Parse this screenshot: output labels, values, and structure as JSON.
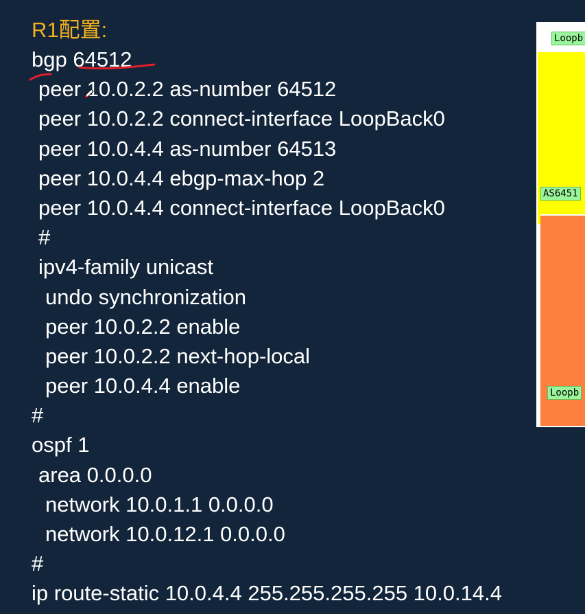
{
  "slide": {
    "title": "R1配置:",
    "lines": [
      {
        "text": "bgp 64512",
        "indent": 0
      },
      {
        "text": "peer 10.0.2.2 as-number 64512",
        "indent": 1
      },
      {
        "text": "peer 10.0.2.2 connect-interface LoopBack0",
        "indent": 1
      },
      {
        "text": "peer 10.0.4.4 as-number 64513",
        "indent": 1
      },
      {
        "text": "peer 10.0.4.4 ebgp-max-hop 2",
        "indent": 1
      },
      {
        "text": "peer 10.0.4.4 connect-interface LoopBack0",
        "indent": 1
      },
      {
        "text": "#",
        "indent": 1
      },
      {
        "text": "ipv4-family unicast",
        "indent": 1
      },
      {
        "text": "undo synchronization",
        "indent": 2
      },
      {
        "text": "peer 10.0.2.2 enable",
        "indent": 2
      },
      {
        "text": "peer 10.0.2.2 next-hop-local",
        "indent": 2
      },
      {
        "text": "peer 10.0.4.4 enable",
        "indent": 2
      },
      {
        "text": "#",
        "indent": 0
      },
      {
        "text": "ospf 1",
        "indent": 0
      },
      {
        "text": "area 0.0.0.0",
        "indent": 1
      },
      {
        "text": "network 10.0.1.1 0.0.0.0",
        "indent": 2
      },
      {
        "text": "network 10.0.12.1 0.0.0.0",
        "indent": 2
      },
      {
        "text": "#",
        "indent": 0
      },
      {
        "text": "ip route-static 10.0.4.4 255.255.255.255 10.0.14.4",
        "indent": 0
      }
    ]
  },
  "diagram": {
    "labels": {
      "loopback_top": "Loopb",
      "as_label": "AS6451",
      "loopback_bottom": "Loopb"
    }
  },
  "colors": {
    "background": "#12253a",
    "title": "#f2b01e",
    "text": "#ffffff",
    "annotation": "#e0202a",
    "as_yellow": "#ffff00",
    "as_orange": "#ff7f3e",
    "label_green": "#9bf59b"
  },
  "icons": {
    "annotation_mark": "red-underline-mark",
    "cursor": "pen-cursor-icon"
  }
}
